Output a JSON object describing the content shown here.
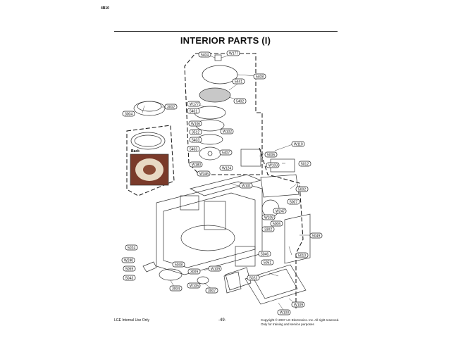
{
  "header": {
    "model_code": "4B10",
    "title": "INTERIOR PARTS (I)"
  },
  "callout_labels": {
    "r5404": "5404",
    "rW177a": "W177",
    "r5408": "5408",
    "r5441": "5441",
    "r5402": "5402",
    "rW177b": "W177",
    "r5401": "5401",
    "rW106": "W106",
    "rW102": "W102",
    "r3512": "3512",
    "r5403": "5403",
    "r5407": "5407",
    "rW180": "W180",
    "rW124": "W124",
    "rW346": "W346",
    "rW110": "W110",
    "r5006": "5006",
    "rW103": "W103",
    "r5012": "5012",
    "rW101": "W101",
    "r5002": "5002",
    "r3004a": "3004",
    "r3002": "3002",
    "r5007": "5007",
    "rW247": "W247",
    "rW108": "W108",
    "r5006b": "5006",
    "r3302": "3302",
    "r5049": "5049",
    "r5024": "5024",
    "r5046": "5046",
    "r5010": "5010",
    "rW240": "W240",
    "r5051": "5051",
    "r5059": "5059",
    "r5043": "5043",
    "r5048": "5048",
    "r3009": "3009",
    "rW109a": "W109",
    "r5023": "5023",
    "r3004b": "3004",
    "rW105": "W105",
    "r3007": "3007",
    "rW109b": "W109",
    "rW100": "W100"
  },
  "back_label": "Back",
  "footer": {
    "left": "LGE Internal Use Only",
    "page": "-49-",
    "copyright": "Copyright © 2007 LG Electronics. Inc. All right reserved.",
    "training": "Only for training and service purposes"
  }
}
